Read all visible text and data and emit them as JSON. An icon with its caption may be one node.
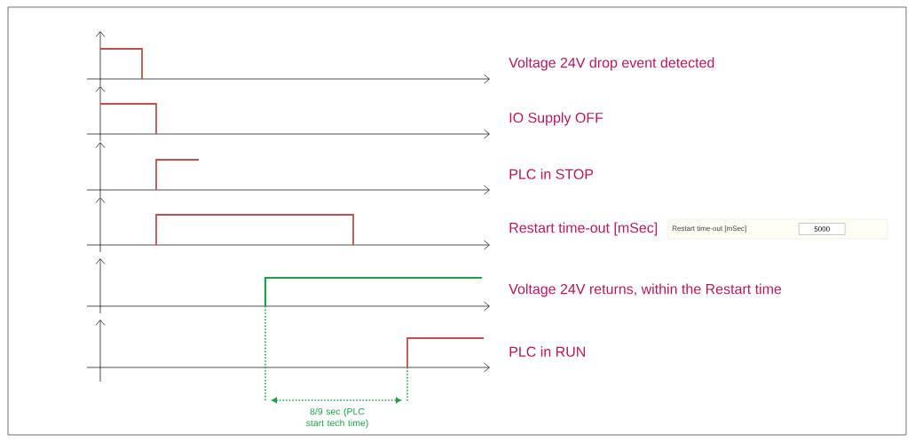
{
  "diagram": {
    "labels": [
      "Voltage 24V drop event detected",
      "IO Supply OFF",
      "PLC in STOP",
      "Restart time-out [mSec]",
      "Restart time-out [mSec]",
      "5000",
      "Voltage 24V returns, within the Restart time",
      "PLC in RUN",
      "8/9 sec (PLC start tech time)"
    ]
  }
}
